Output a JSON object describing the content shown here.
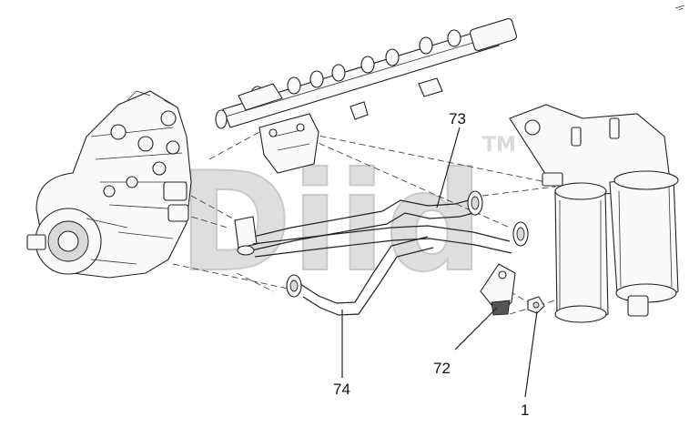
{
  "watermark": {
    "text": "Diid",
    "trademark": "TM",
    "color": "#bdbdbd"
  },
  "callouts": [
    {
      "id": "73",
      "label": "73"
    },
    {
      "id": "74",
      "label": "74"
    },
    {
      "id": "72",
      "label": "72"
    },
    {
      "id": "1",
      "label": "1"
    }
  ],
  "colors": {
    "ink": "#222222",
    "background": "#ffffff",
    "shade": "#d9d9d9"
  }
}
